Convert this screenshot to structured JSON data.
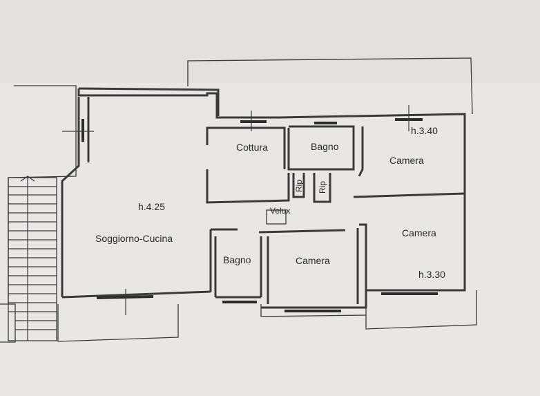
{
  "plan": {
    "rooms": [
      {
        "id": "soggiorno",
        "label": "Soggiorno-Cucina"
      },
      {
        "id": "cottura",
        "label": "Cottura"
      },
      {
        "id": "bagno-top",
        "label": "Bagno"
      },
      {
        "id": "camera-top",
        "label": "Camera"
      },
      {
        "id": "camera-right",
        "label": "Camera"
      },
      {
        "id": "bagno-bottom",
        "label": "Bagno"
      },
      {
        "id": "camera-bottom",
        "label": "Camera"
      },
      {
        "id": "rip-1",
        "label": "Rip"
      },
      {
        "id": "rip-2",
        "label": "Rip"
      }
    ],
    "heights": {
      "soggiorno": "h.4.25",
      "camera_top": "h.3.40",
      "camera_right": "h.3.30"
    },
    "velux": "Velux"
  }
}
